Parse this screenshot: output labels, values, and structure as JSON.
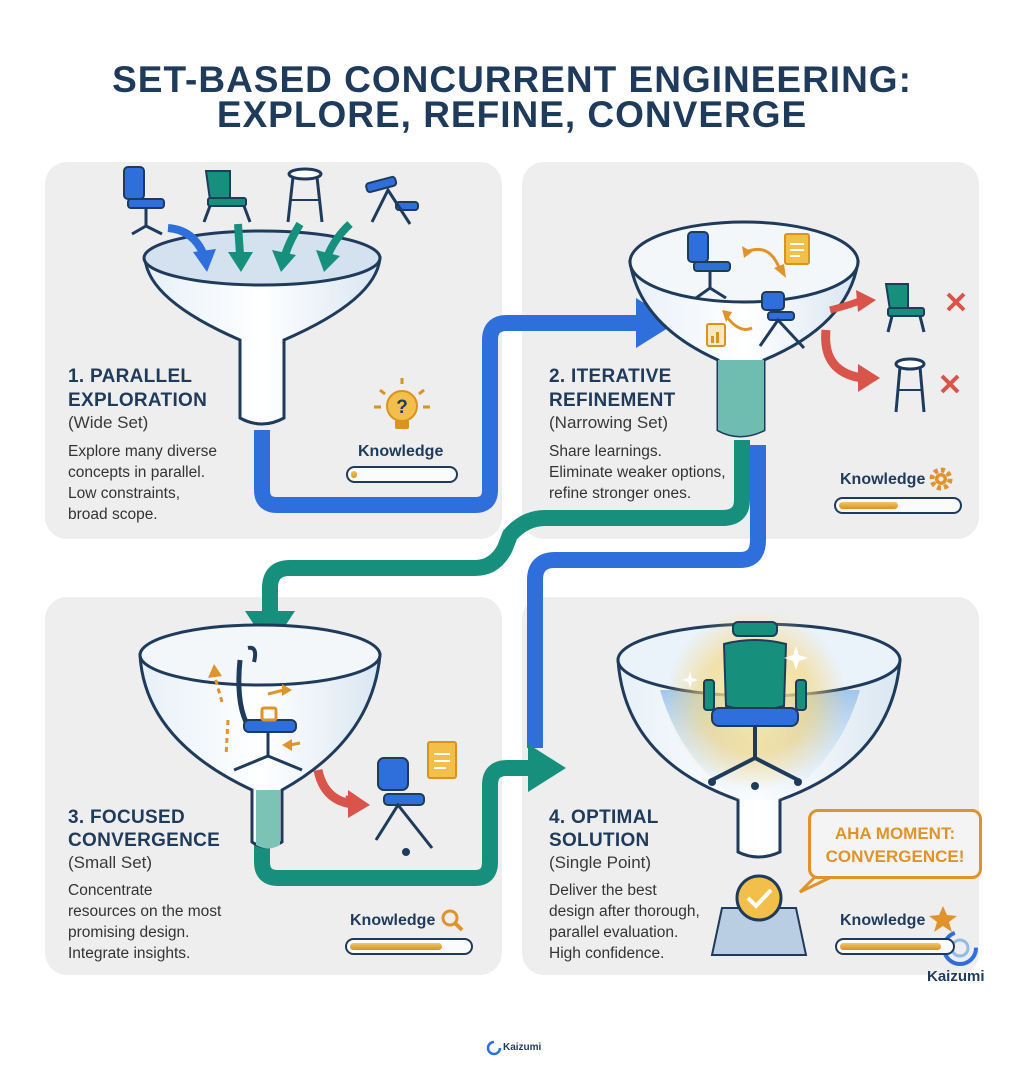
{
  "title": {
    "line1": "SET-BASED CONCURRENT ENGINEERING:",
    "line2": "EXPLORE, REFINE, CONVERGE"
  },
  "stages": [
    {
      "heading_line1": "1. PARALLEL",
      "heading_line2": "EXPLORATION",
      "subtitle": "(Wide Set)",
      "description": [
        "Explore many diverse",
        "concepts in parallel.",
        "Low constraints,",
        "broad scope."
      ],
      "knowledge_label": "Knowledge",
      "knowledge_level": 0.05,
      "knowledge_icon": "lightbulb-question-icon"
    },
    {
      "heading_line1": "2. ITERATIVE",
      "heading_line2": "REFINEMENT",
      "subtitle": "(Narrowing Set)",
      "description": [
        "Share learnings.",
        "Eliminate weaker options,",
        "refine stronger ones."
      ],
      "knowledge_label": "Knowledge",
      "knowledge_level": 0.5,
      "knowledge_icon": "gear-icon"
    },
    {
      "heading_line1": "3. FOCUSED",
      "heading_line2": "CONVERGENCE",
      "subtitle": "(Small Set)",
      "description": [
        "Concentrate",
        "resources on the most",
        "promising design.",
        "Integrate insights."
      ],
      "knowledge_label": "Knowledge",
      "knowledge_level": 0.78,
      "knowledge_icon": "magnifier-icon"
    },
    {
      "heading_line1": "4. OPTIMAL",
      "heading_line2": "SOLUTION",
      "subtitle": "(Single Point)",
      "description": [
        "Deliver the best",
        "design after thorough,",
        "parallel evaluation.",
        "High confidence."
      ],
      "knowledge_label": "Knowledge",
      "knowledge_level": 0.92,
      "knowledge_icon": "star-icon"
    }
  ],
  "callout": {
    "line1": "AHA MOMENT:",
    "line2": "CONVERGENCE!"
  },
  "watermark": "Kaizumi",
  "footer_brand": "Kaizumi",
  "colors": {
    "navy": "#1f3b5c",
    "blue_arrow": "#2f6fdc",
    "teal_arrow": "#16907d",
    "red_arrow": "#d9544a",
    "orange": "#e0932b",
    "card": "#eeeeee"
  }
}
